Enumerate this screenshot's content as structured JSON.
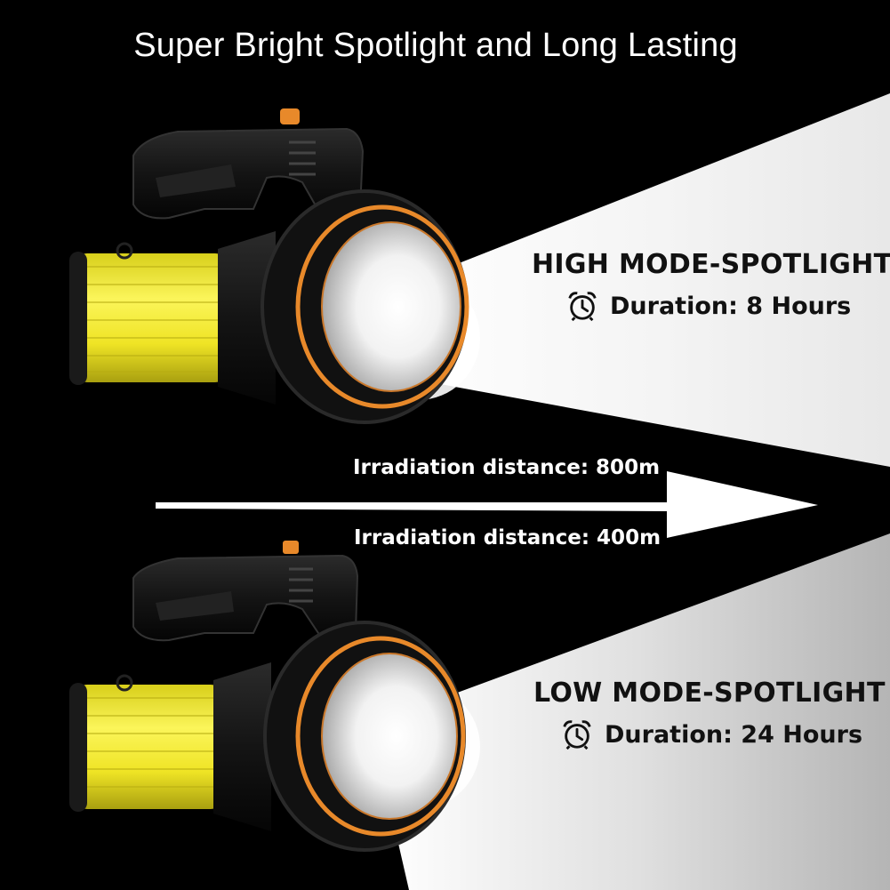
{
  "headline": "Super Bright Spotlight and Long Lasting",
  "high_mode": {
    "name": "HIGH MODE-SPOTLIGHT",
    "duration": "Duration: 8 Hours"
  },
  "low_mode": {
    "name": "LOW MODE-SPOTLIGHT",
    "duration": "Duration: 24 Hours"
  },
  "distance": {
    "high": "Irradiation distance: 800m",
    "low": "Irradiation distance: 400m"
  },
  "colors": {
    "background": "#000000",
    "body_yellow": "#f4ec2a",
    "accent_orange": "#e8892a",
    "beam": "#ffffff"
  },
  "icons": [
    "alarm-clock-icon",
    "arrow-right-icon"
  ]
}
